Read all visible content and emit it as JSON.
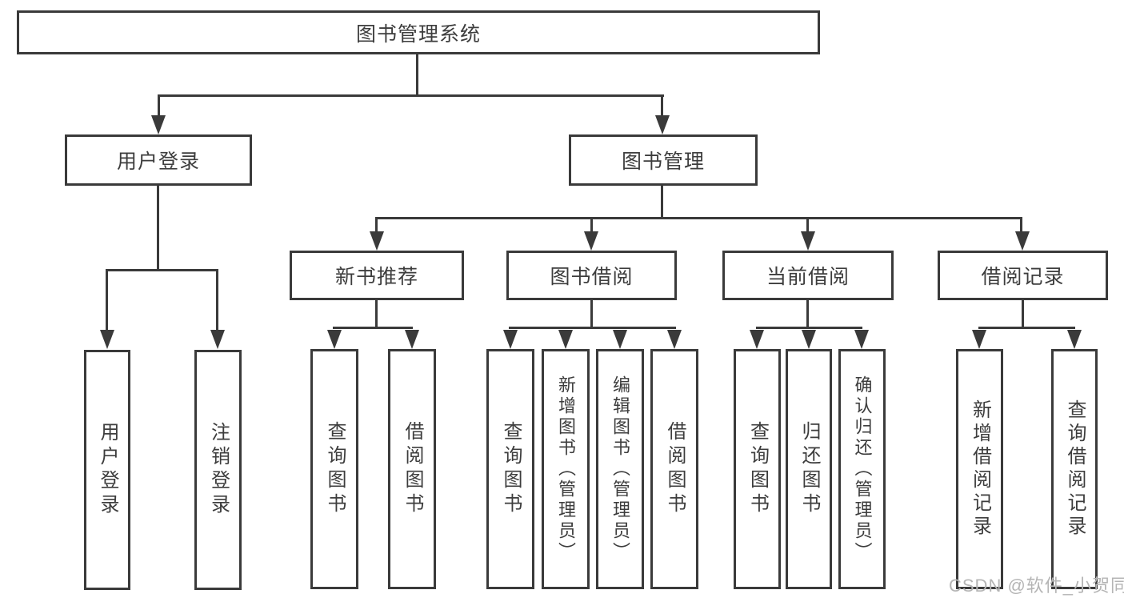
{
  "root": {
    "label": "图书管理系统"
  },
  "branches": {
    "user_login": {
      "label": "用户登录",
      "leaves": [
        "用户登录",
        "注销登录"
      ]
    },
    "book_management": {
      "label": "图书管理",
      "sections": {
        "new_book_recommend": {
          "label": "新书推荐",
          "leaves": [
            "查询图书",
            "借阅图书"
          ]
        },
        "book_borrowing": {
          "label": "图书借阅",
          "leaves": [
            "查询图书",
            "新增图书（管理员）",
            "编辑图书（管理员）",
            "借阅图书"
          ]
        },
        "current_borrowing": {
          "label": "当前借阅",
          "leaves": [
            "查询图书",
            "归还图书",
            "确认归还（管理员）"
          ]
        },
        "borrowing_records": {
          "label": "借阅记录",
          "leaves": [
            "新增借阅记录",
            "查询借阅记录"
          ]
        }
      }
    }
  },
  "watermark": {
    "text": "CSDN @软件_小贺同学"
  },
  "colors": {
    "line": "#3a3a3a",
    "text": "#3d3d3d",
    "watermark": "#b5b5b5",
    "background": "#ffffff"
  }
}
